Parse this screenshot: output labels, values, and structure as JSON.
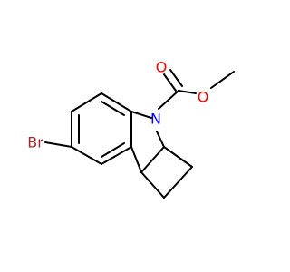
{
  "atoms": {
    "bromine": {
      "label": "Br",
      "color": "#a52a2a"
    },
    "nitrogen": {
      "label": "N",
      "color": "#0000ff"
    },
    "carbonyl_oxygen": {
      "label": "O",
      "color": "#ff0000"
    },
    "ester_oxygen": {
      "label": "O",
      "color": "#ff0000"
    }
  },
  "colors": {
    "bond": "#000000",
    "background": "#ffffff"
  }
}
